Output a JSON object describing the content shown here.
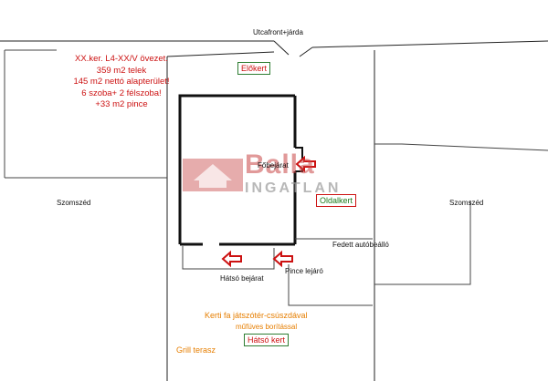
{
  "street": "Utcafront+járda",
  "info_lines": [
    "XX.ker. L4-XX/V övezet.",
    "359 m2 telek",
    "145 m2 nettó alapterület!",
    "6 szoba+ 2 félszoba!",
    "+33 m2 pince"
  ],
  "front_garden": "Előkert",
  "main_entrance": "Főbejárat",
  "side_garden": "Oldalkert",
  "neighbor_left": "Szomszéd",
  "neighbor_right": "Szomszéd",
  "covered_parking": "Fedett autóbeálló",
  "back_entrance": "Hátsó bejárat",
  "cellar_entrance": "Pince lejáró",
  "playground": "Kerti fa játszótér-csúszdával",
  "turf": "műfüves borítással",
  "back_garden": "Hátsó kert",
  "grill_terrace": "Grill terasz",
  "watermark": {
    "brand": "Balla",
    "sub": "INGATLAN"
  },
  "colors": {
    "red": "#cc1111",
    "green": "#2e7d32",
    "orange": "#e67e00"
  }
}
